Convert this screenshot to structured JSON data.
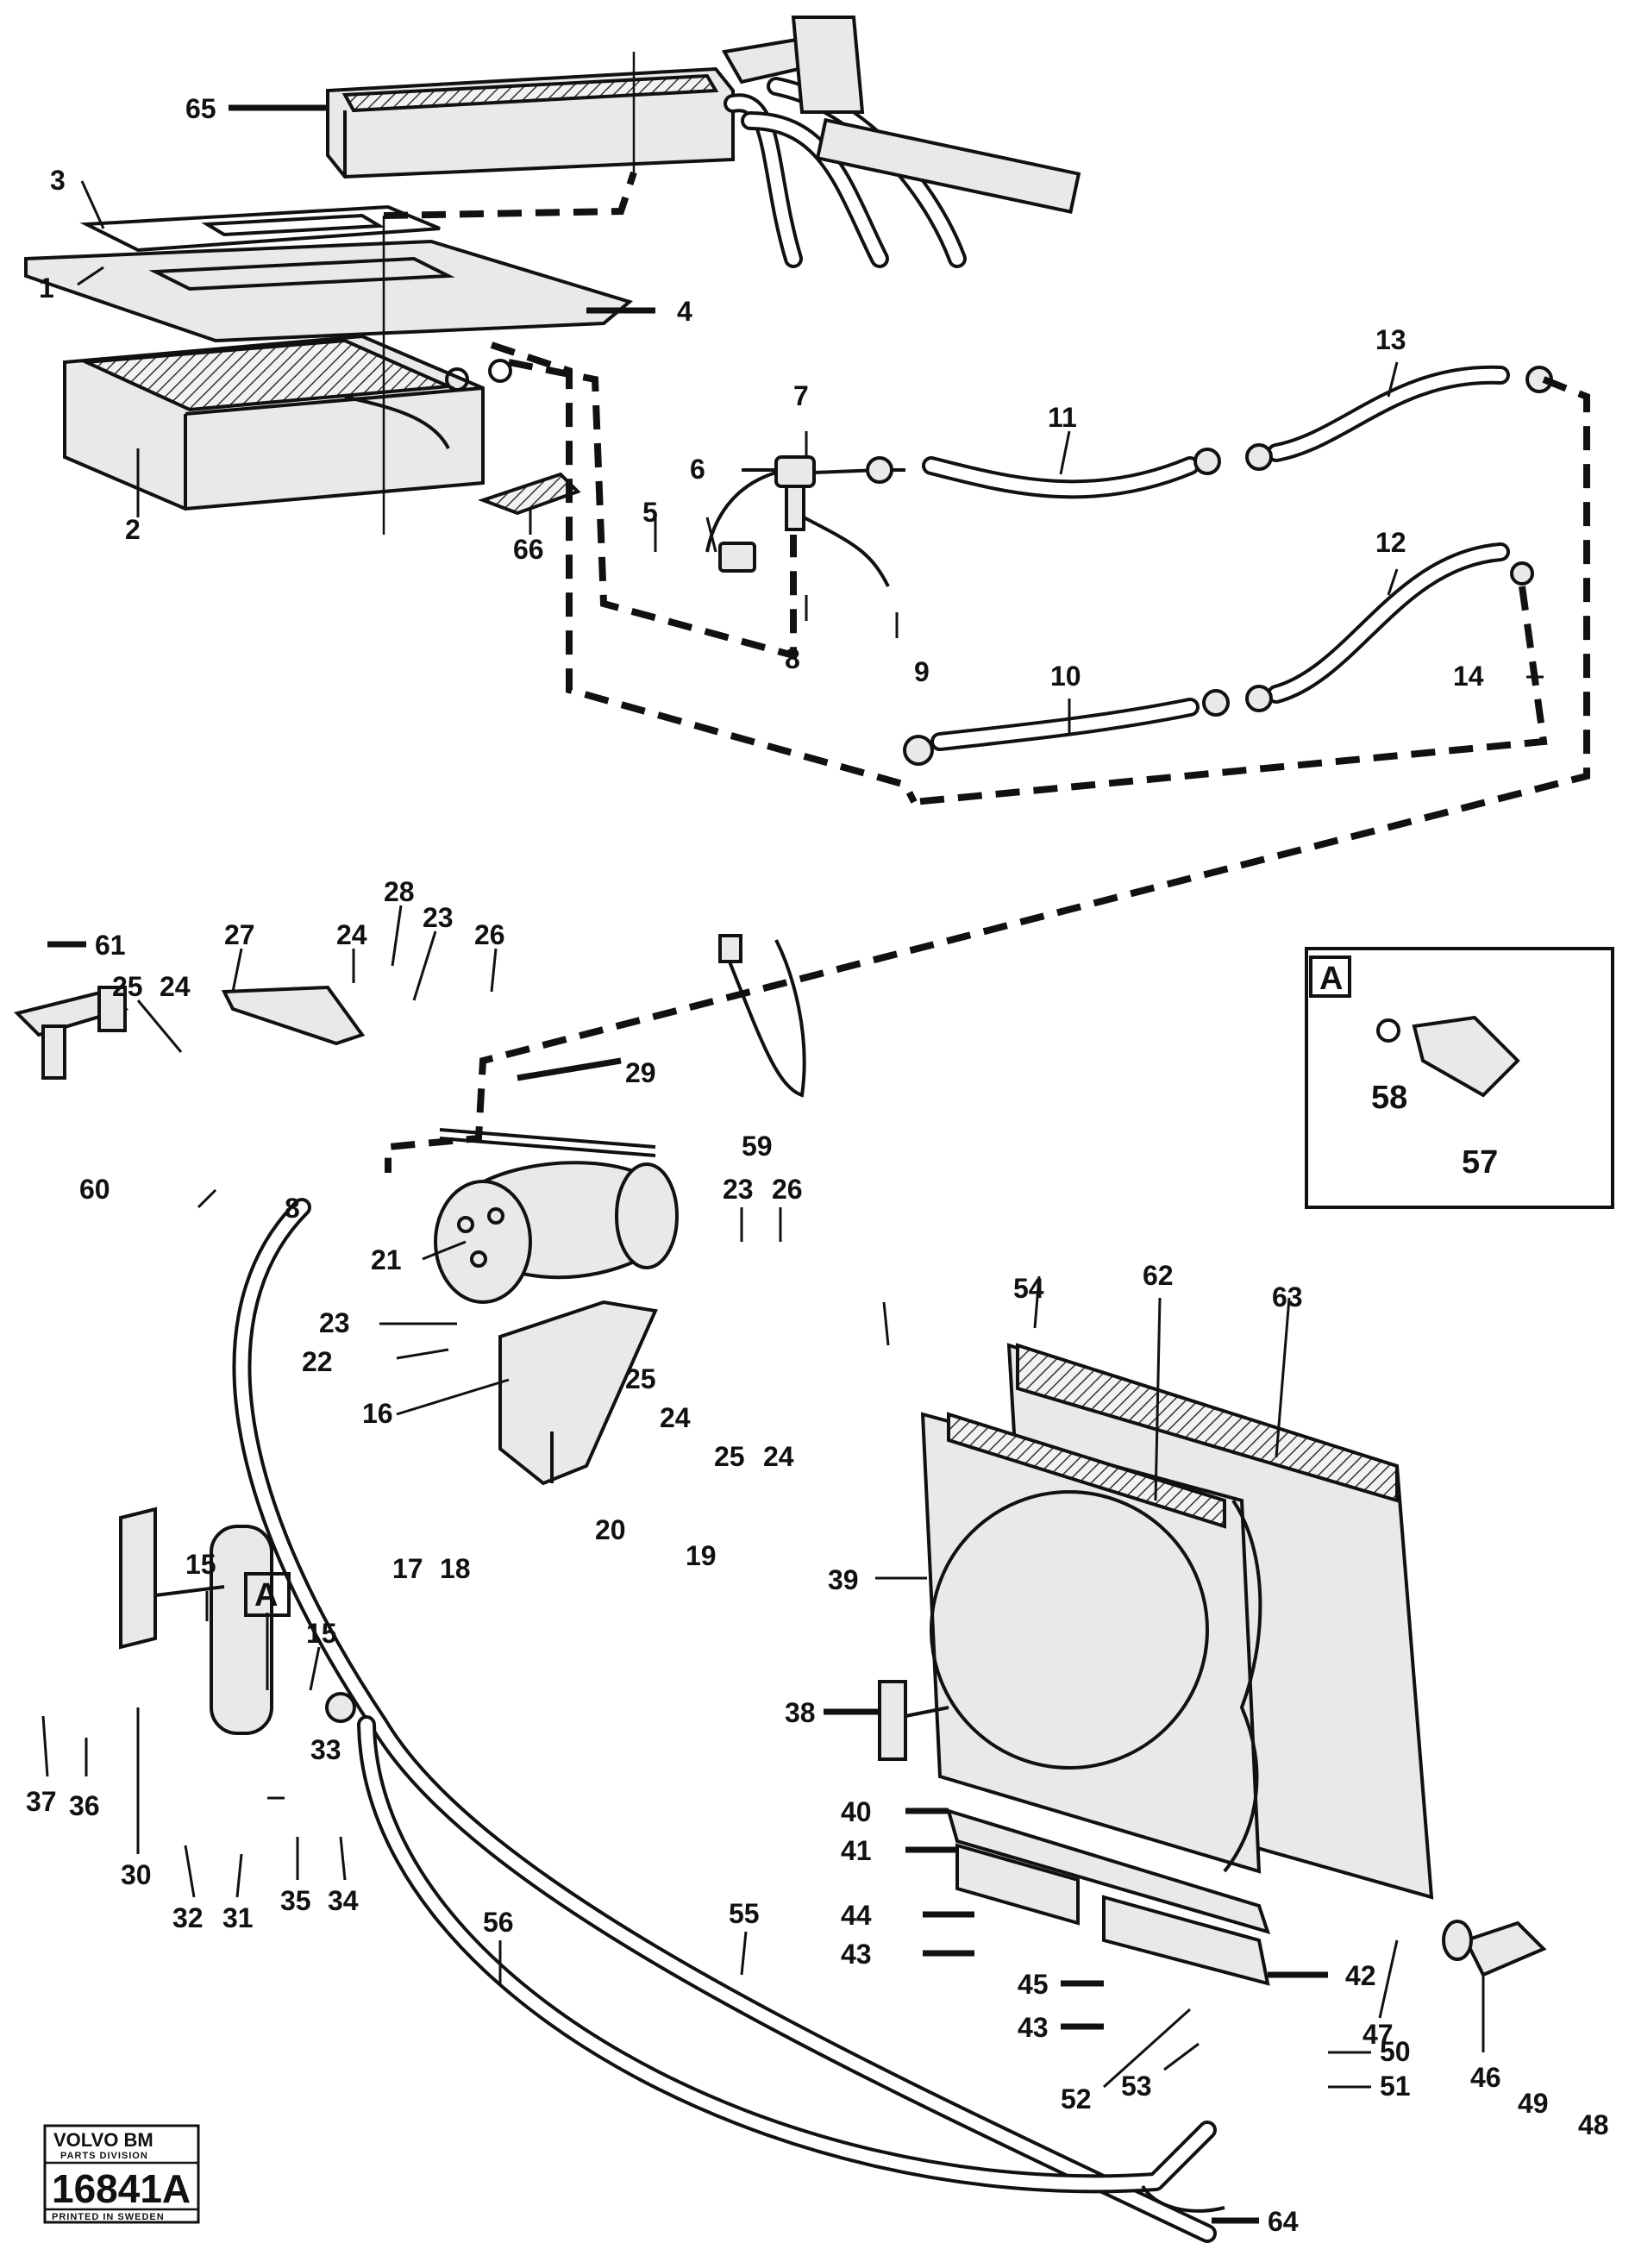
{
  "detail": {
    "letter": "A",
    "callouts": [
      "58",
      "57"
    ]
  },
  "callouts": [
    "65",
    "3",
    "1",
    "4",
    "2",
    "66",
    "5",
    "6",
    "7",
    "8",
    "9",
    "10",
    "11",
    "12",
    "13",
    "14",
    "61",
    "27",
    "24",
    "28",
    "23",
    "26",
    "25",
    "60",
    "29",
    "59",
    "8",
    "21",
    "23",
    "26",
    "16",
    "23",
    "22",
    "25",
    "24",
    "25",
    "24",
    "20",
    "19",
    "17",
    "18",
    "15",
    "A",
    "15",
    "37",
    "36",
    "33",
    "30",
    "35",
    "34",
    "32",
    "31",
    "54",
    "62",
    "63",
    "39",
    "38",
    "40",
    "41",
    "44",
    "43",
    "45",
    "43",
    "42",
    "47",
    "46",
    "49",
    "48",
    "50",
    "51",
    "52",
    "53",
    "56",
    "55",
    "64"
  ],
  "stamp": {
    "brand": "VOLVO BM",
    "division": "PARTS DIVISION",
    "number": "16841A",
    "printed": "PRINTED IN SWEDEN"
  }
}
